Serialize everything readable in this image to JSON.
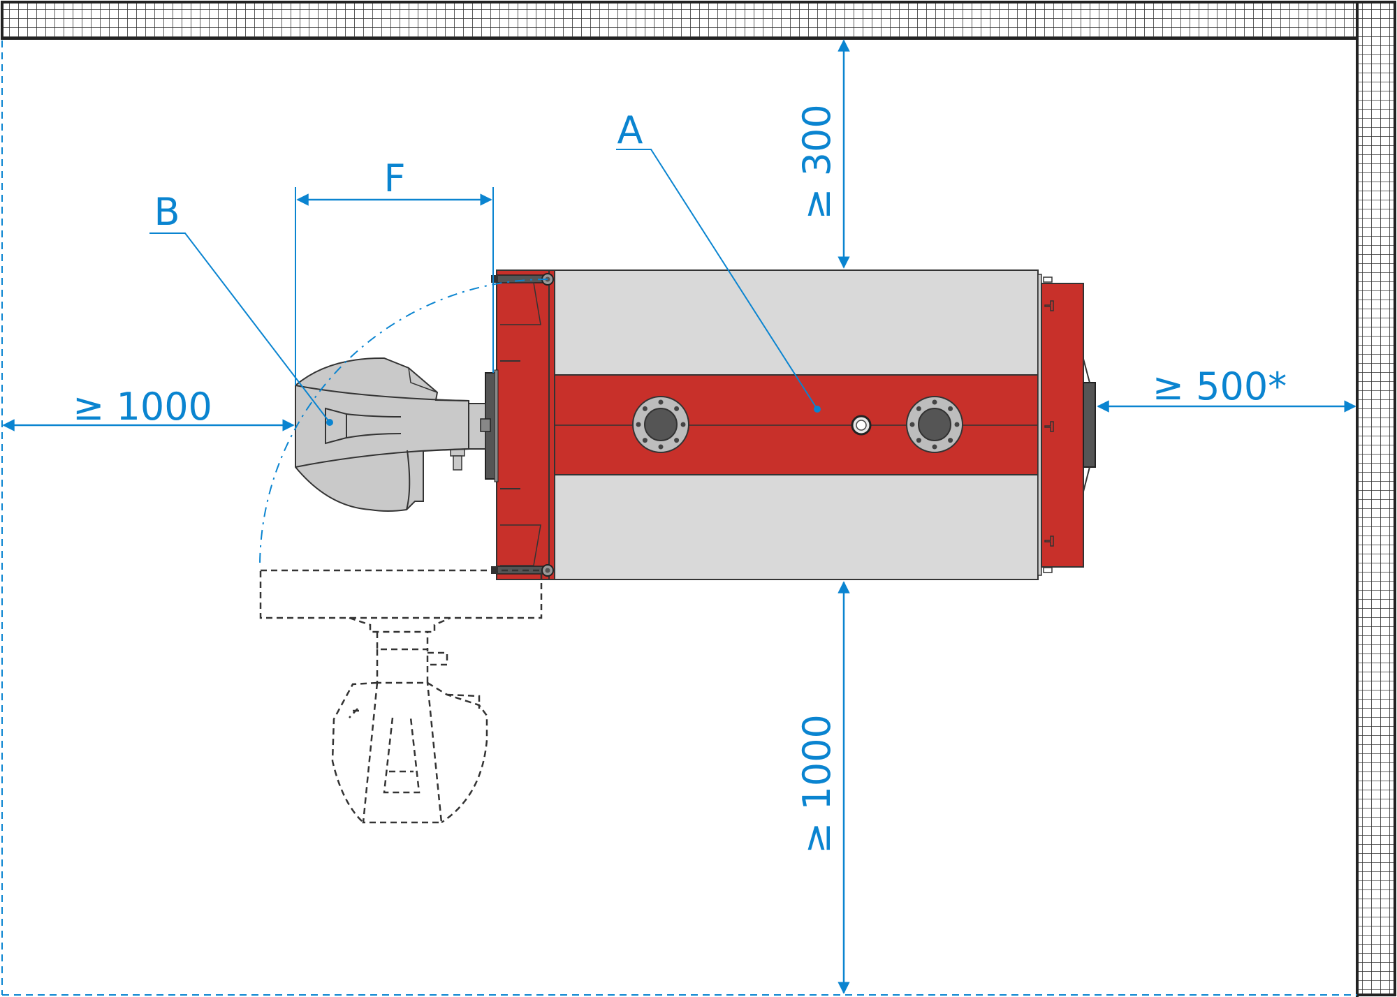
{
  "labels": {
    "a": "A",
    "b": "B",
    "f": "F"
  },
  "dimensions": {
    "front": "≥ 1000",
    "top": "≥ 300",
    "bottom": "≥ 1000",
    "rear": "≥ 500*"
  },
  "colors": {
    "dimension_line": "#0a84d0",
    "boiler_red": "#c8302a",
    "boiler_grey": "#d9d9d9",
    "burner_grey": "#c9c9c9",
    "flange_dark": "#555555",
    "outline": "#333333"
  }
}
